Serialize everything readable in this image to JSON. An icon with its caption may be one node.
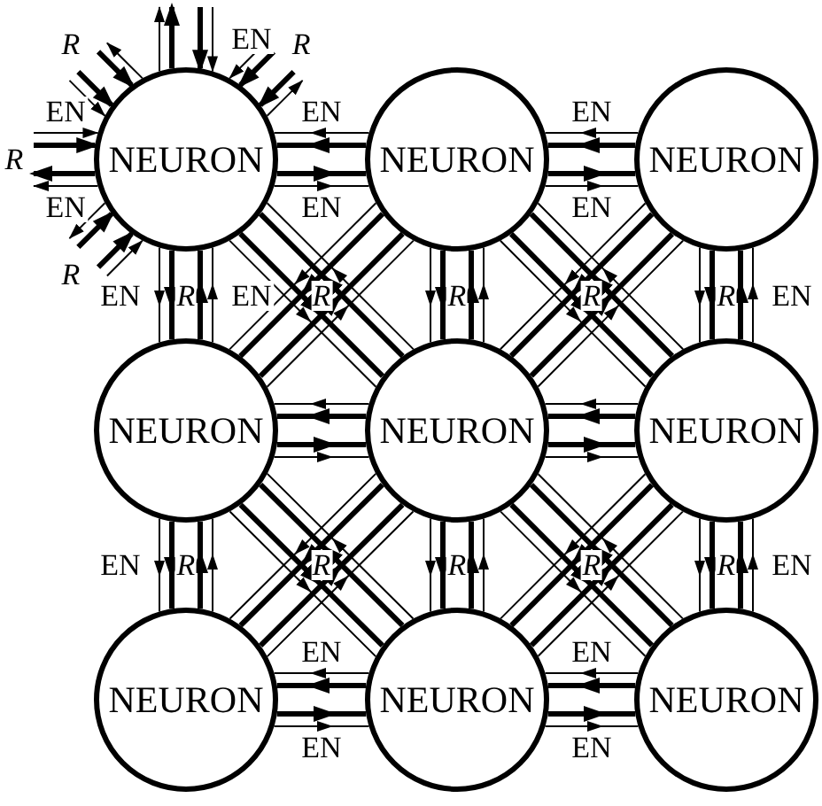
{
  "diagram": {
    "nodes": [
      {
        "text": [
          "NEURON"
        ]
      },
      {
        "text": [
          "NEURON"
        ]
      },
      {
        "text": [
          "NEURON"
        ]
      },
      {
        "text": [
          "NEURON"
        ]
      },
      {
        "text": [
          "NEURON"
        ]
      },
      {
        "text": [
          "NEURON"
        ]
      },
      {
        "text": [
          "NEURON"
        ]
      },
      {
        "text": [
          "NEURON"
        ]
      },
      {
        "text": [
          "NEURON"
        ]
      }
    ],
    "edges": [
      {
        "from": 0,
        "to": null,
        "arrow": "to"
      },
      {
        "from": 0,
        "to": null,
        "arrow": "to",
        "style": "thick"
      },
      {
        "from": null,
        "to": 0,
        "arrow": "to",
        "style": "thick"
      },
      {
        "from": null,
        "to": 0,
        "arrow": "to",
        "label": "EN"
      },
      {
        "from": null,
        "to": 0,
        "arrow": "to",
        "label": "EN"
      },
      {
        "from": null,
        "to": 0,
        "arrow": "to",
        "style": "thick",
        "label": "R"
      },
      {
        "from": 0,
        "to": null,
        "arrow": "to",
        "style": "thick"
      },
      {
        "from": 0,
        "to": null,
        "arrow": "to",
        "label": "EN"
      },
      {
        "from": 0,
        "to": null,
        "arrow": "to"
      },
      {
        "from": null,
        "to": 0,
        "arrow": "to",
        "style": "thick"
      },
      {
        "from": null,
        "to": 0,
        "arrow": "to",
        "style": "thick",
        "label": "R"
      },
      {
        "from": null,
        "to": 0,
        "arrow": "to"
      },
      {
        "from": 0,
        "to": null,
        "arrow": "to"
      },
      {
        "from": null,
        "to": 0,
        "arrow": "to",
        "style": "thick",
        "label": "R"
      },
      {
        "from": null,
        "to": 0,
        "arrow": "to",
        "style": "thick"
      },
      {
        "from": null,
        "to": 0,
        "arrow": "to"
      },
      {
        "from": 0,
        "to": null,
        "arrow": "to"
      },
      {
        "from": null,
        "to": 0,
        "arrow": "to",
        "style": "thick",
        "label": "R"
      },
      {
        "from": null,
        "to": 0,
        "arrow": "to",
        "style": "thick"
      },
      {
        "from": null,
        "to": 0,
        "arrow": "to"
      },
      {
        "from": 0,
        "to": 1,
        "arrow": "to",
        "label": "EN"
      },
      {
        "from": 0,
        "to": 1,
        "arrow": "to",
        "style": "thick"
      },
      {
        "from": 1,
        "to": 0,
        "arrow": "to",
        "style": "thick"
      },
      {
        "from": 1,
        "to": 0,
        "arrow": "to",
        "label": "EN"
      },
      {
        "from": 1,
        "to": 2,
        "arrow": "to",
        "label": "EN"
      },
      {
        "from": 1,
        "to": 2,
        "arrow": "to",
        "style": "thick"
      },
      {
        "from": 2,
        "to": 1,
        "arrow": "to",
        "style": "thick"
      },
      {
        "from": 2,
        "to": 1,
        "arrow": "to",
        "label": "EN"
      },
      {
        "from": 0,
        "to": 3,
        "arrow": "to",
        "label": "EN"
      },
      {
        "from": 0,
        "to": 3,
        "arrow": "to",
        "style": "thick",
        "label": "R"
      },
      {
        "from": 3,
        "to": 0,
        "arrow": "to",
        "style": "thick"
      },
      {
        "from": 3,
        "to": 0,
        "arrow": "to",
        "label": "EN"
      },
      {
        "from": 1,
        "to": 4,
        "arrow": "to"
      },
      {
        "from": 1,
        "to": 4,
        "arrow": "to",
        "style": "thick",
        "label": "R"
      },
      {
        "from": 4,
        "to": 1,
        "arrow": "to",
        "style": "thick"
      },
      {
        "from": 4,
        "to": 1,
        "arrow": "to"
      },
      {
        "from": 2,
        "to": 5,
        "arrow": "to"
      },
      {
        "from": 2,
        "to": 5,
        "arrow": "to",
        "style": "thick",
        "label": "R"
      },
      {
        "from": 5,
        "to": 2,
        "arrow": "to",
        "style": "thick"
      },
      {
        "from": 5,
        "to": 2,
        "arrow": "to",
        "label": "EN"
      },
      {
        "from": 0,
        "to": 4,
        "arrow": "to"
      },
      {
        "from": 0,
        "to": 4,
        "arrow": "to",
        "style": "thick",
        "label": "R"
      },
      {
        "from": 4,
        "to": 0,
        "arrow": "to",
        "style": "thick"
      },
      {
        "from": 4,
        "to": 0,
        "arrow": "to"
      },
      {
        "from": 1,
        "to": 3,
        "arrow": "to"
      },
      {
        "from": 1,
        "to": 3,
        "arrow": "to",
        "style": "thick"
      },
      {
        "from": 3,
        "to": 1,
        "arrow": "to",
        "style": "thick"
      },
      {
        "from": 3,
        "to": 1,
        "arrow": "to"
      },
      {
        "from": 1,
        "to": 5,
        "arrow": "to"
      },
      {
        "from": 1,
        "to": 5,
        "arrow": "to",
        "style": "thick",
        "label": "R"
      },
      {
        "from": 5,
        "to": 1,
        "arrow": "to",
        "style": "thick"
      },
      {
        "from": 5,
        "to": 1,
        "arrow": "to"
      },
      {
        "from": 2,
        "to": 4,
        "arrow": "to"
      },
      {
        "from": 2,
        "to": 4,
        "arrow": "to",
        "style": "thick"
      },
      {
        "from": 4,
        "to": 2,
        "arrow": "to",
        "style": "thick"
      },
      {
        "from": 4,
        "to": 2,
        "arrow": "to"
      },
      {
        "from": 3,
        "to": 4,
        "arrow": "to"
      },
      {
        "from": 3,
        "to": 4,
        "arrow": "to",
        "style": "thick"
      },
      {
        "from": 4,
        "to": 3,
        "arrow": "to",
        "style": "thick"
      },
      {
        "from": 4,
        "to": 3,
        "arrow": "to"
      },
      {
        "from": 4,
        "to": 5,
        "arrow": "to"
      },
      {
        "from": 4,
        "to": 5,
        "arrow": "to",
        "style": "thick"
      },
      {
        "from": 5,
        "to": 4,
        "arrow": "to",
        "style": "thick"
      },
      {
        "from": 5,
        "to": 4,
        "arrow": "to"
      },
      {
        "from": 3,
        "to": 6,
        "arrow": "to",
        "label": "EN"
      },
      {
        "from": 3,
        "to": 6,
        "arrow": "to",
        "style": "thick",
        "label": "R"
      },
      {
        "from": 6,
        "to": 3,
        "arrow": "to",
        "style": "thick"
      },
      {
        "from": 6,
        "to": 3,
        "arrow": "to"
      },
      {
        "from": 4,
        "to": 7,
        "arrow": "to"
      },
      {
        "from": 4,
        "to": 7,
        "arrow": "to",
        "style": "thick",
        "label": "R"
      },
      {
        "from": 7,
        "to": 4,
        "arrow": "to",
        "style": "thick"
      },
      {
        "from": 7,
        "to": 4,
        "arrow": "to"
      },
      {
        "from": 5,
        "to": 8,
        "arrow": "to"
      },
      {
        "from": 5,
        "to": 8,
        "arrow": "to",
        "style": "thick",
        "label": "R"
      },
      {
        "from": 8,
        "to": 5,
        "arrow": "to",
        "style": "thick"
      },
      {
        "from": 8,
        "to": 5,
        "arrow": "to",
        "label": "EN"
      },
      {
        "from": 3,
        "to": 7,
        "arrow": "to"
      },
      {
        "from": 3,
        "to": 7,
        "arrow": "to",
        "style": "thick",
        "label": "R"
      },
      {
        "from": 7,
        "to": 3,
        "arrow": "to",
        "style": "thick"
      },
      {
        "from": 7,
        "to": 3,
        "arrow": "to"
      },
      {
        "from": 4,
        "to": 6,
        "arrow": "to"
      },
      {
        "from": 4,
        "to": 6,
        "arrow": "to",
        "style": "thick"
      },
      {
        "from": 6,
        "to": 4,
        "arrow": "to",
        "style": "thick"
      },
      {
        "from": 6,
        "to": 4,
        "arrow": "to"
      },
      {
        "from": 4,
        "to": 8,
        "arrow": "to"
      },
      {
        "from": 4,
        "to": 8,
        "arrow": "to",
        "style": "thick",
        "label": "R"
      },
      {
        "from": 8,
        "to": 4,
        "arrow": "to",
        "style": "thick"
      },
      {
        "from": 8,
        "to": 4,
        "arrow": "to"
      },
      {
        "from": 5,
        "to": 7,
        "arrow": "to"
      },
      {
        "from": 5,
        "to": 7,
        "arrow": "to",
        "style": "thick"
      },
      {
        "from": 7,
        "to": 5,
        "arrow": "to",
        "style": "thick"
      },
      {
        "from": 7,
        "to": 5,
        "arrow": "to"
      },
      {
        "from": 6,
        "to": 7,
        "arrow": "to",
        "label": "EN"
      },
      {
        "from": 6,
        "to": 7,
        "arrow": "to",
        "style": "thick"
      },
      {
        "from": 7,
        "to": 6,
        "arrow": "to",
        "style": "thick"
      },
      {
        "from": 7,
        "to": 6,
        "arrow": "to",
        "label": "EN"
      },
      {
        "from": 7,
        "to": 8,
        "arrow": "to",
        "label": "EN"
      },
      {
        "from": 7,
        "to": 8,
        "arrow": "to",
        "style": "thick"
      },
      {
        "from": 8,
        "to": 7,
        "arrow": "to",
        "style": "thick"
      },
      {
        "from": 8,
        "to": 7,
        "arrow": "to",
        "label": "EN"
      }
    ]
  }
}
